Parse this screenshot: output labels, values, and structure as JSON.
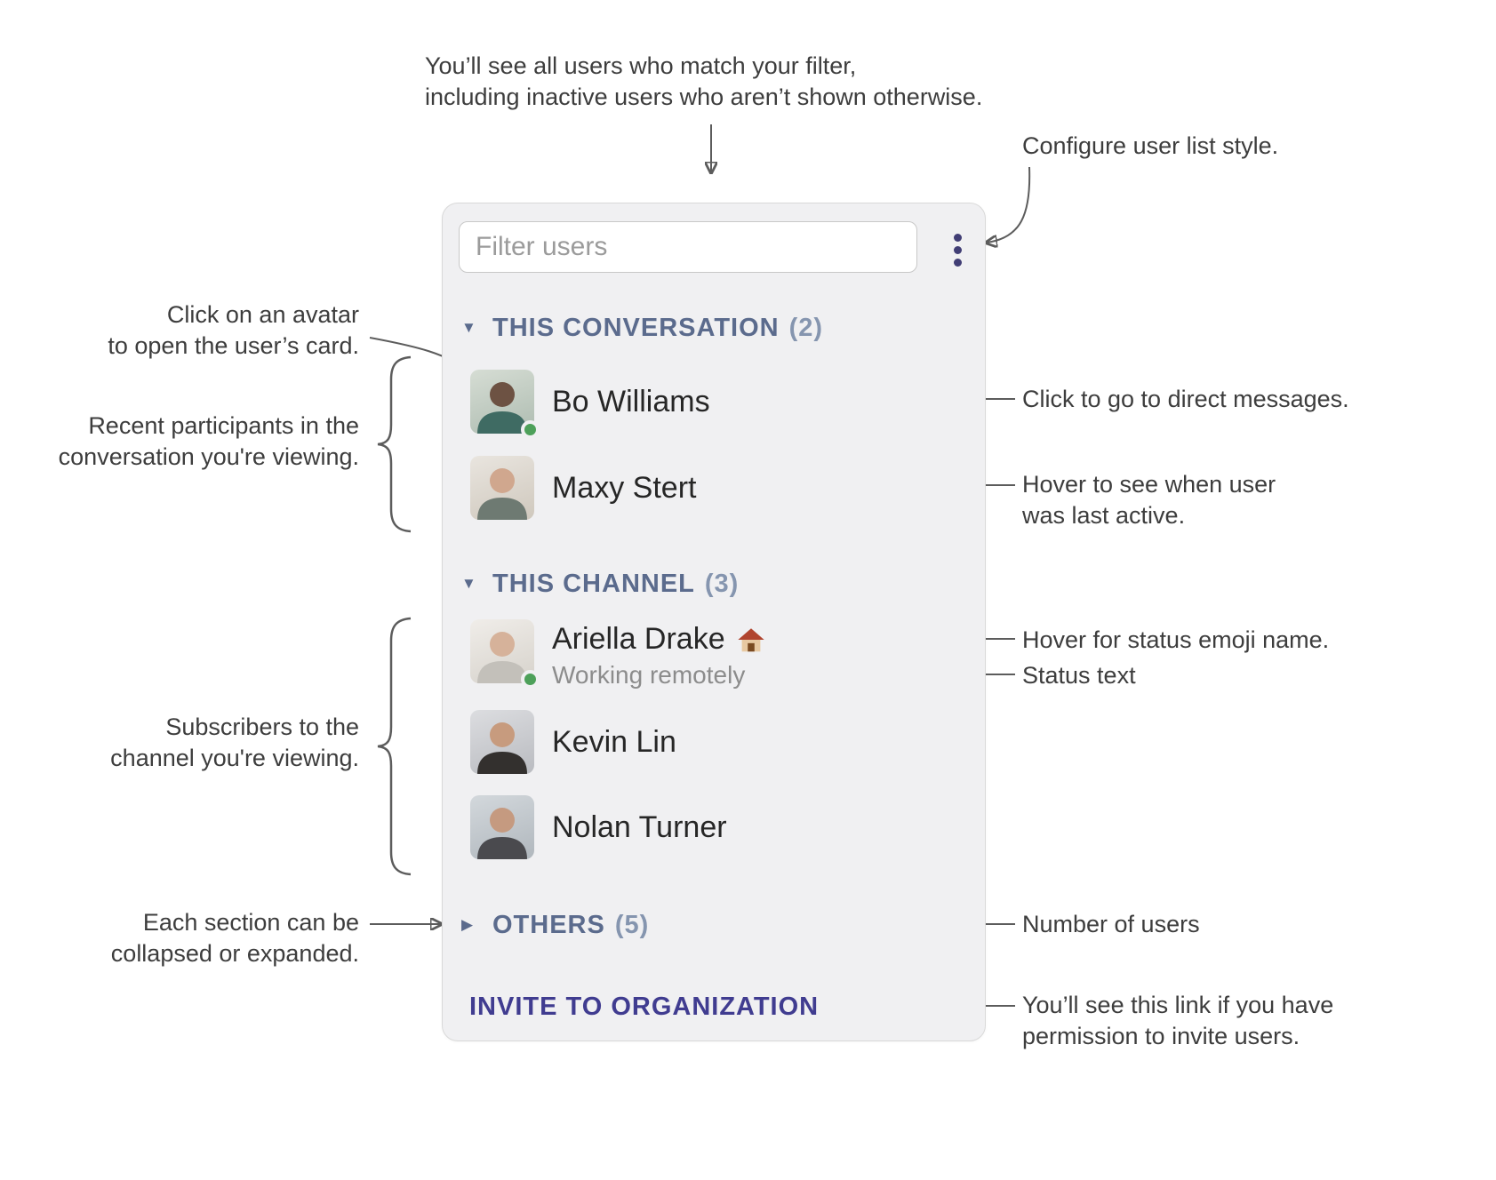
{
  "annotations": {
    "filter_note": "You’ll see all users who match your filter,\nincluding inactive users who aren’t shown otherwise.",
    "configure_style": "Configure user list style.",
    "avatar_click": "Click on an avatar\nto open the user’s card.",
    "recent_participants": "Recent participants in the\nconversation you're viewing.",
    "direct_messages": "Click to go to direct messages.",
    "last_active": "Hover to see when user\nwas last active.",
    "status_emoji": "Hover for status emoji name.",
    "status_text_label": "Status text",
    "subscribers": "Subscribers to the\nchannel you're viewing.",
    "collapse_expand": "Each section can be\ncollapsed or expanded.",
    "number_of_users": "Number of users",
    "invite_permission": "You’ll see this link if you have\npermission to invite users."
  },
  "panel": {
    "filter_input": {
      "placeholder": "Filter users",
      "value": ""
    },
    "sections": [
      {
        "label": "THIS CONVERSATION",
        "count": "(2)",
        "collapsed": false,
        "users": [
          {
            "name": "Bo Williams",
            "online": true
          },
          {
            "name": "Maxy Stert",
            "online": false
          }
        ]
      },
      {
        "label": "THIS CHANNEL",
        "count": "(3)",
        "collapsed": false,
        "users": [
          {
            "name": "Ariella Drake",
            "status_emoji": "🏠",
            "status_text": "Working remotely",
            "online": true
          },
          {
            "name": "Kevin Lin",
            "online": false
          },
          {
            "name": "Nolan Turner",
            "online": false
          }
        ]
      },
      {
        "label": "OTHERS",
        "count": "(5)",
        "collapsed": true,
        "users": []
      }
    ],
    "invite_link": "INVITE TO ORGANIZATION"
  },
  "icons": {
    "section_expanded": "▼",
    "section_collapsed": "▶",
    "user_list_menu": "vertical-ellipsis",
    "ariella_status_emoji": "🏠"
  },
  "colors": {
    "section_header": "#5b6b8d",
    "section_count": "#8595af",
    "invite_link": "#403c90",
    "online_dot": "#4da05a",
    "menu_icon": "#413e75",
    "panel_background": "#f0f0f2",
    "annotation_text": "#3d3d3d",
    "connector_line": "#5c5c5c",
    "status_text": "#8c8c8c"
  }
}
